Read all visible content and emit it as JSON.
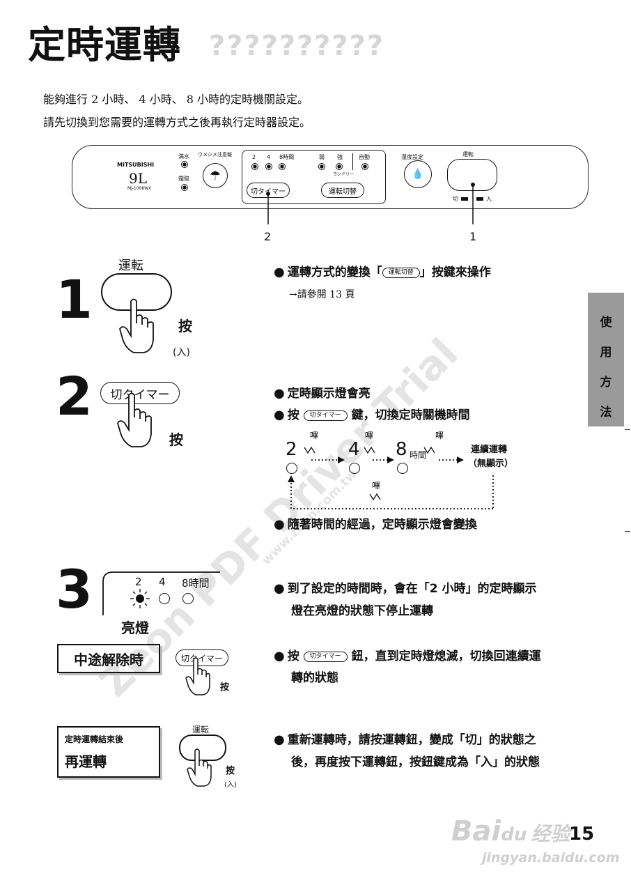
{
  "header": {
    "title": "定時運轉",
    "intro_line1": "能夠進行 2 小時、 4 小時、 8 小時的定時機關設定。",
    "intro_line2": "請先切換到您需要的運轉方式之後再執行定時器設定。"
  },
  "panel": {
    "brand": "MITSUBISHI",
    "capacity": "9L",
    "model": "MJ-100KWX",
    "label_drain": "満水",
    "label_dew": "霜取",
    "label_humidity_icon": "ウメジメ注意報",
    "timer_hours": [
      "2",
      "4",
      "8時間"
    ],
    "mode_labels": [
      "弱",
      "強",
      "自動"
    ],
    "laundry_label": "ランドリー",
    "humidity_setting": "湿度設定",
    "power_label": "運転",
    "off_label": "切",
    "on_label": "入",
    "timer_button": "切タイマー",
    "mode_button": "運転切替",
    "callout_left": "2",
    "callout_right": "1"
  },
  "step1": {
    "number": "1",
    "button_caption": "運転",
    "press": "按",
    "press_note": "(入)",
    "bullet": "運轉方式的變換「",
    "bullet_button": "運転切替",
    "bullet_tail": "」按鍵來操作",
    "ref": "→請參閱 13 頁"
  },
  "step2": {
    "number": "2",
    "button": "切タイマー",
    "press": "按",
    "bullet1": "定時顯示燈會亮",
    "bullet2_pre": "按",
    "bullet2_button": "切タイマー",
    "bullet2_tail": "鍵，切換定時關機時間",
    "beep": "嗶",
    "seq": [
      "2",
      "4",
      "8"
    ],
    "seq_unit": "時間",
    "continuous": "連續運轉",
    "no_display": "（無顯示）",
    "bullet3": "隨著時間的經過，定時顯示燈會變換"
  },
  "step3": {
    "number": "3",
    "hours": [
      "2",
      "4",
      "8時間"
    ],
    "lit_label": "亮燈",
    "bullet1_line1": "到了設定的時間時，會在「2 小時」的定時顯示",
    "bullet1_line2": "燈在亮燈的狀態下停止運轉"
  },
  "cancel": {
    "label": "中途解除時",
    "button": "切タイマー",
    "press": "按",
    "bullet_pre": "按",
    "bullet_button": "切タイマー",
    "bullet_line1": "鈕，直到定時燈熄滅，切換回連續運",
    "bullet_line2": "轉的狀態"
  },
  "restart": {
    "label_small": "定時運轉結束後",
    "label_big": "再運轉",
    "button_caption": "運転",
    "press": "按",
    "press_note": "(入)",
    "bullet_line1": "重新運轉時，請按運轉鈕，變成「切」的狀態之",
    "bullet_line2": "後，再度按下運轉鈕，按鈕鍵成為「入」的狀態"
  },
  "side_tab": [
    "使",
    "用",
    "方",
    "法"
  ],
  "watermark": {
    "line1": "Zeon PDF Driver Trial",
    "line2": "www.zeon.com.tw"
  },
  "footer": {
    "page_number": "15",
    "baidu": "Bai",
    "baidu_du": "du",
    "baidu_jingyan": "经验",
    "url": "jingyan.baidu.com"
  }
}
